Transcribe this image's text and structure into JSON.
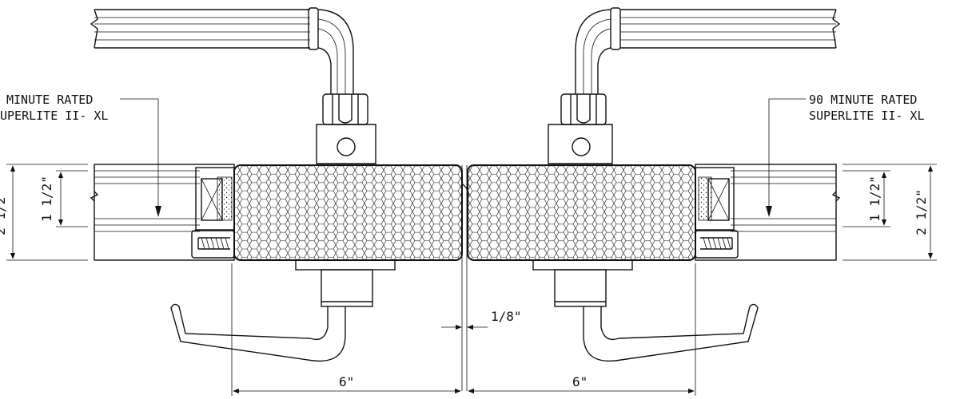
{
  "labels": {
    "left_rating": "MINUTE RATED",
    "left_product": "UPERLITE II- XL",
    "right_rating": "90 MINUTE RATED",
    "right_product": "SUPERLITE II- XL"
  },
  "dimensions": {
    "left_overall": "2 1/2\"",
    "left_inner": "1 1/2\"",
    "right_inner": "1 1/2\"",
    "right_overall": "2 1/2\"",
    "gap": "1/8\"",
    "left_width": "6\"",
    "right_width": "6\""
  }
}
